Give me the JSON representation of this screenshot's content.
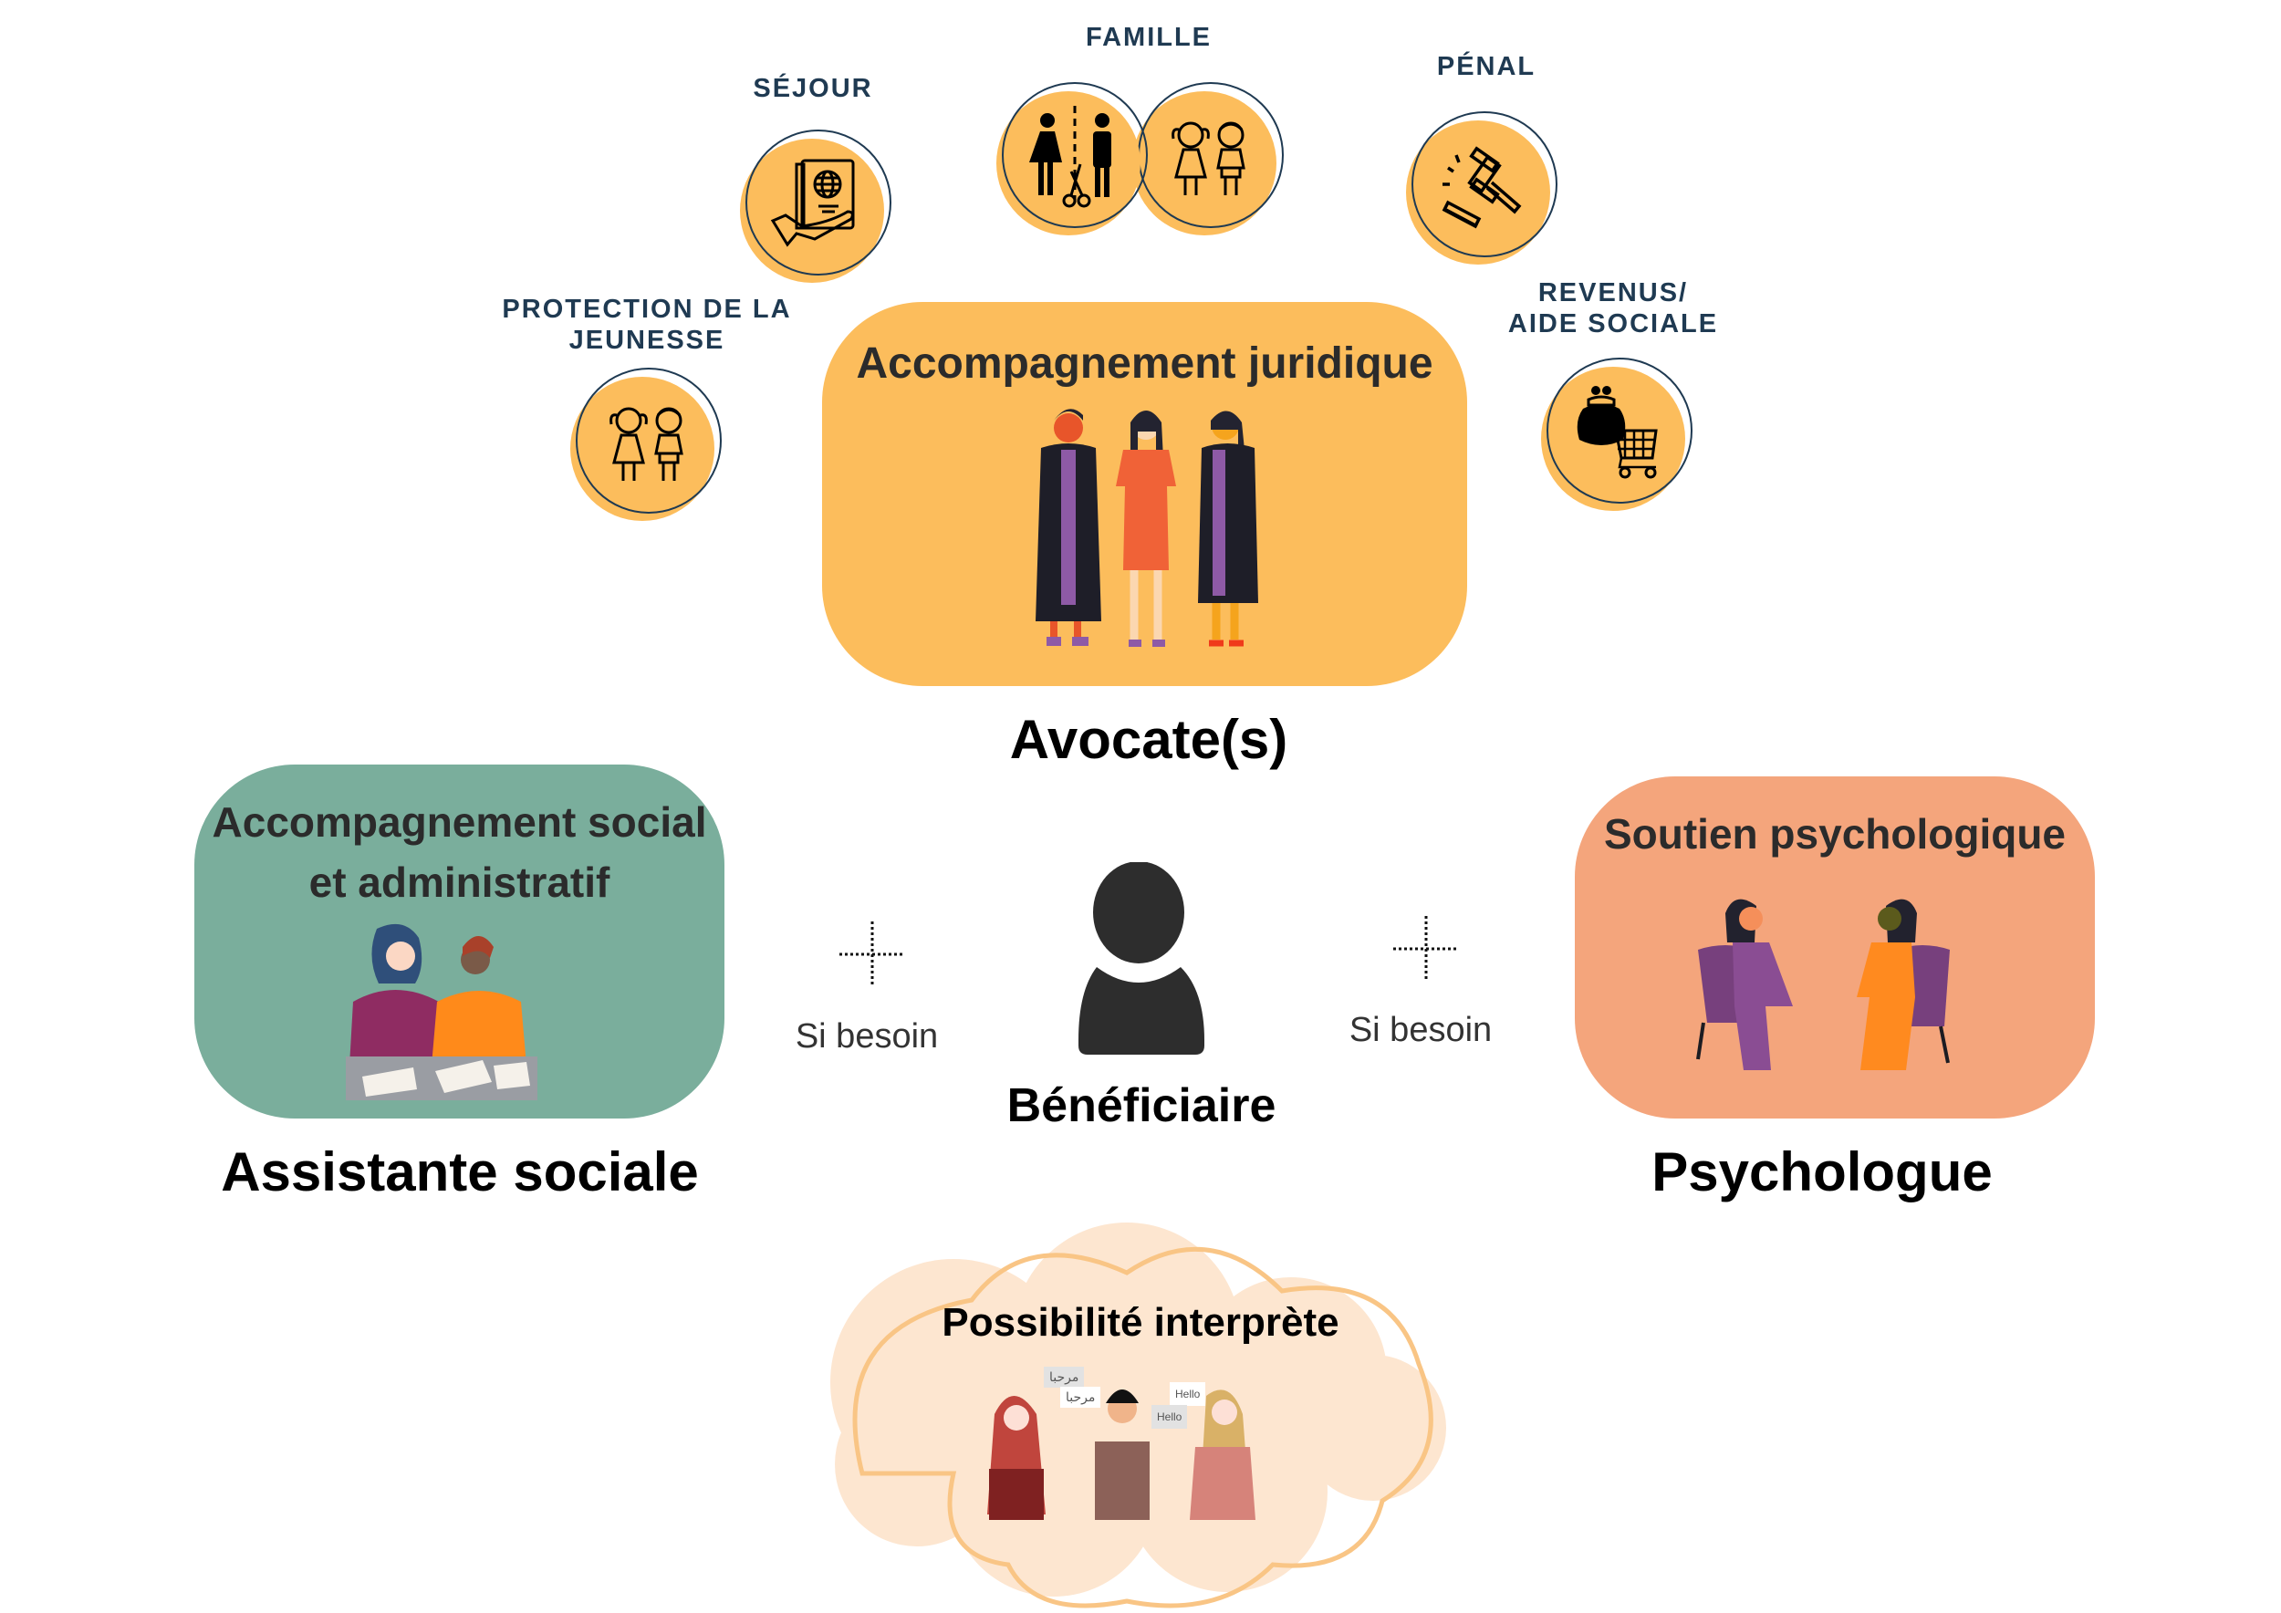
{
  "diagram": {
    "center": {
      "label": "Bénéficiaire",
      "icon": "person-icon"
    },
    "legal": {
      "box_title": "Accompagnement juridique",
      "role": "Avocate(s)",
      "box_color": "#fcbd5c",
      "illustration": "three-women-lawyers-illustration",
      "domains": [
        {
          "label": "PROTECTION DE LA JEUNESSE",
          "lines": [
            "PROTECTION DE LA",
            "JEUNESSE"
          ],
          "icon": "children-icon"
        },
        {
          "label": "SÉJOUR",
          "lines": [
            "SÉJOUR"
          ],
          "icon": "passport-hand-icon"
        },
        {
          "label": "FAMILLE",
          "lines": [
            "FAMILLE"
          ],
          "icon": "separation-and-children-icon"
        },
        {
          "label": "PÉNAL",
          "lines": [
            "PÉNAL"
          ],
          "icon": "gavel-icon"
        },
        {
          "label": "REVENUS/ AIDE SOCIALE",
          "lines": [
            "REVENUS/",
            "AIDE SOCIALE"
          ],
          "icon": "purse-cart-icon"
        }
      ]
    },
    "social": {
      "box_title_lines": [
        "Accompagnement social",
        "et administratif"
      ],
      "role": "Assistante sociale",
      "box_color": "#7aae9c",
      "connector_label": "Si besoin",
      "illustration": "two-women-at-desk-illustration"
    },
    "psych": {
      "box_title": "Soutien psychologique",
      "role": "Psychologue",
      "box_color": "#f4a57c",
      "connector_label": "Si besoin",
      "illustration": "two-women-armchairs-illustration"
    },
    "interpreter": {
      "title": "Possibilité interprète",
      "cloud_color": "#fde6d0",
      "cloud_outline": "#f9c585",
      "bubbles": [
        "مرحبا",
        "مرحبا",
        "Hello",
        "Hello"
      ],
      "illustration": "three-people-talking-illustration"
    },
    "colors": {
      "label_navy": "#1f3a52",
      "icon_orange": "#fcbd5c",
      "person_dark": "#2d2d2d"
    }
  }
}
